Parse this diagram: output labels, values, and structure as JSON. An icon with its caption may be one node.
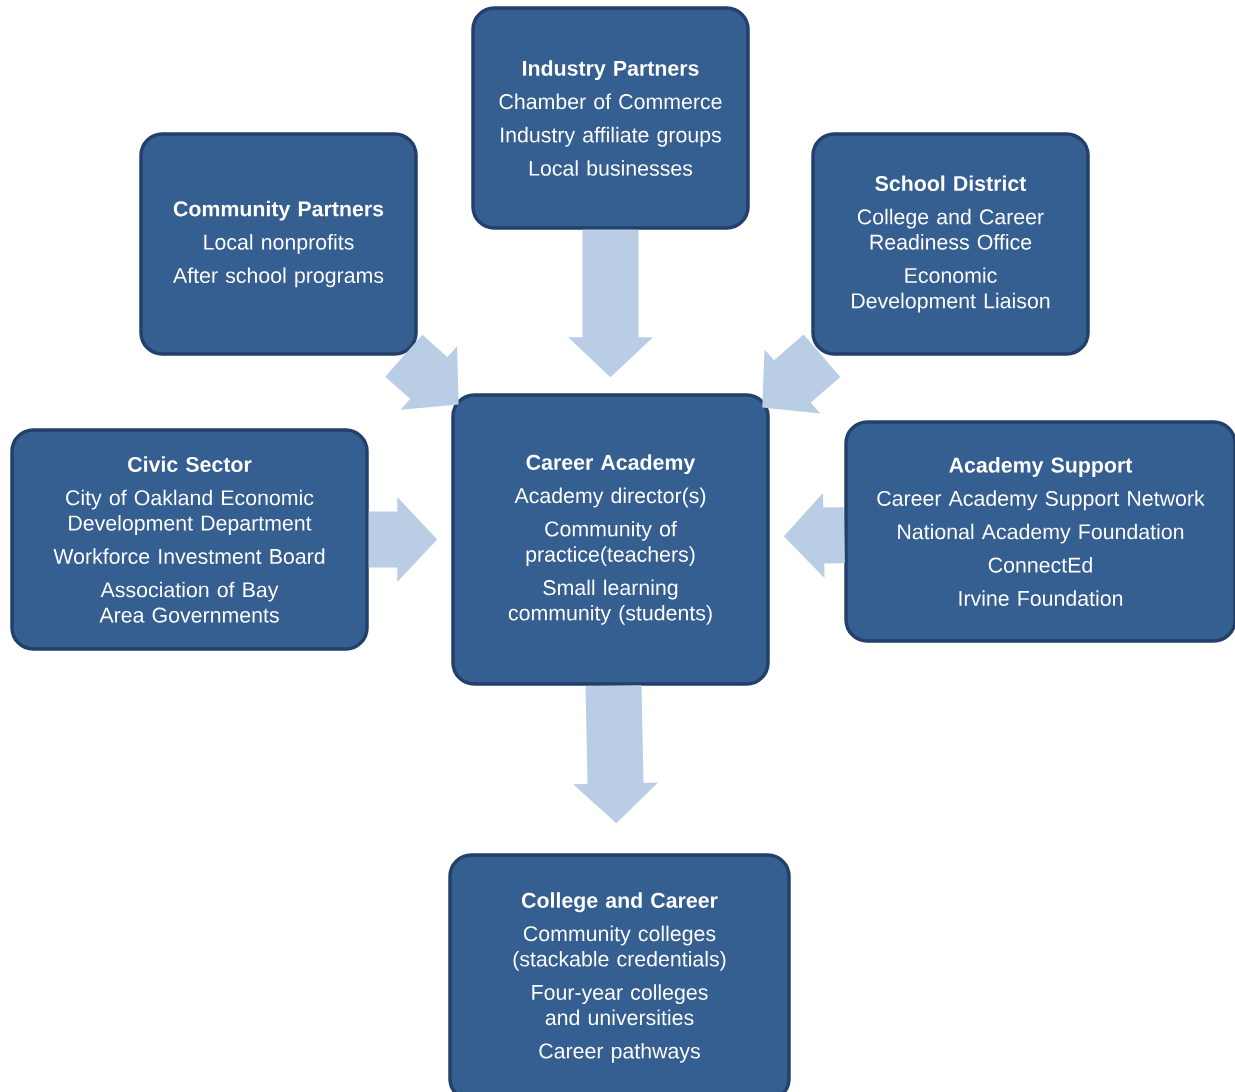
{
  "diagram": {
    "nodes": [
      {
        "text": [
          "Industry Partners",
          "Chamber of Commerce",
          "Industry affiliate groups",
          "Local businesses"
        ]
      },
      {
        "text": [
          "Community Partners",
          "Local nonprofits",
          "After school programs"
        ]
      },
      {
        "text": [
          "School District",
          "College and Career Readiness Office",
          "Economic Development Liaison"
        ]
      },
      {
        "text": [
          "Civic Sector",
          "City of Oakland Economic Development Department",
          "Workforce Investment Board",
          "Association of Bay Area Governments"
        ]
      },
      {
        "text": [
          "Career Academy",
          "Academy director(s)",
          "Community of practice(teachers)",
          "Small learning community (students)"
        ]
      },
      {
        "text": [
          "Academy Support",
          "Career Academy Support Network",
          "National Academy Foundation",
          "ConnectEd",
          "Irvine Foundation"
        ]
      },
      {
        "text": [
          "College and Career",
          "Community colleges (stackable credentials)",
          "Four-year colleges and universities",
          "Career pathways"
        ]
      }
    ],
    "edges": [
      {
        "from": 0,
        "to": 4,
        "arrow": "to"
      },
      {
        "from": 1,
        "to": 4,
        "arrow": "to"
      },
      {
        "from": 2,
        "to": 4,
        "arrow": "to"
      },
      {
        "from": 3,
        "to": 4,
        "arrow": "to"
      },
      {
        "from": 5,
        "to": 4,
        "arrow": "to"
      },
      {
        "from": 4,
        "to": 6,
        "arrow": "to"
      }
    ]
  }
}
